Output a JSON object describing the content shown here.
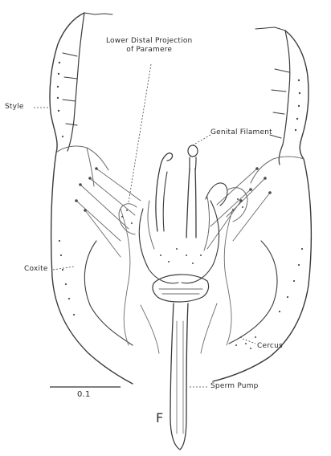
{
  "labels": {
    "paramere": "Lower Distal Projection\nof Paramere",
    "genital_filament": "Genital Filament",
    "style": "Style",
    "coxite": "Coxite",
    "cercus": "Cercus",
    "sperm_pump": "Sperm Pump",
    "scale": "0.1",
    "figure_letter": "F"
  }
}
